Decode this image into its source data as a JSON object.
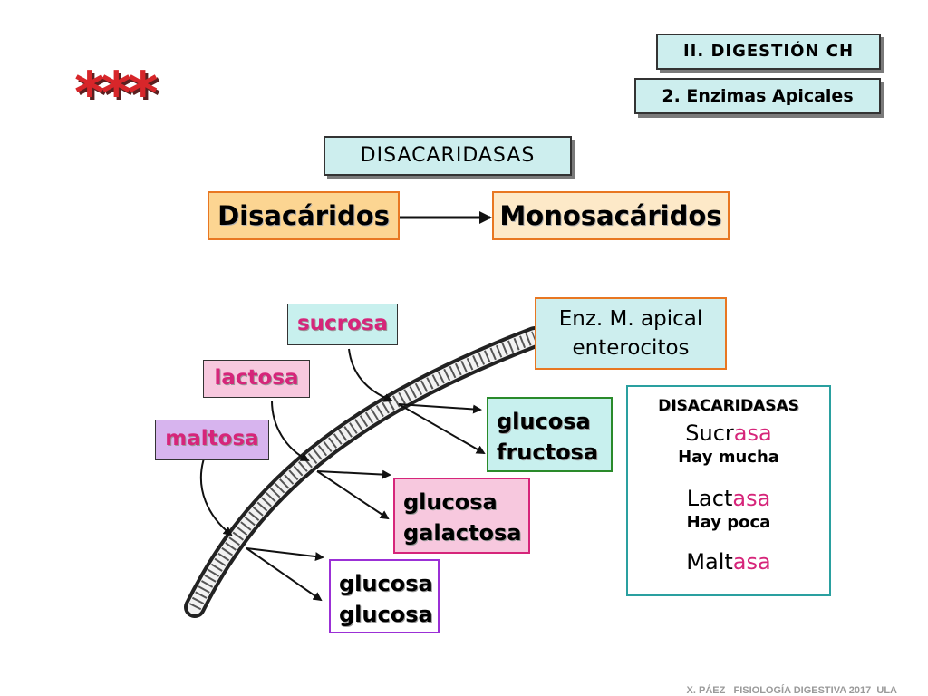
{
  "header": {
    "section": "II. DIGESTIÓN CH",
    "subsection": "2. Enzimas Apicales",
    "stars": "***"
  },
  "main": {
    "category": "DISACARIDASAS",
    "from": "Disacáridos",
    "to": "Monosacáridos"
  },
  "membrane_label": {
    "line1": "Enz. M. apical",
    "line2": "enterocitos"
  },
  "substrates": {
    "sucrosa": "sucrosa",
    "lactosa": "lactosa",
    "maltosa": "maltosa"
  },
  "products": {
    "sucrosa": {
      "a": "glucosa",
      "b": "fructosa"
    },
    "lactosa": {
      "a": "glucosa",
      "b": "galactosa"
    },
    "maltosa": {
      "a": "glucosa",
      "b": "glucosa"
    }
  },
  "enzymes": {
    "title": "DISACARIDASAS",
    "sucrasa": {
      "stem": "Sucr",
      "suffix": "asa",
      "note": "Hay mucha"
    },
    "lactasa": {
      "stem": "Lact",
      "suffix": "asa",
      "note": "Hay poca"
    },
    "maltasa": {
      "stem": "Malt",
      "suffix": "asa"
    }
  },
  "footer": "X. PÁEZ   FISIOLOGÍA DIGESTIVA 2017  ULA",
  "colors": {
    "orange_border": "#e87722",
    "suffix": "#d6257a",
    "sucrosa_fill": "#c8f0ee",
    "lactosa_fill": "#f7c8de",
    "maltosa_fill": "#d7b4ee"
  }
}
